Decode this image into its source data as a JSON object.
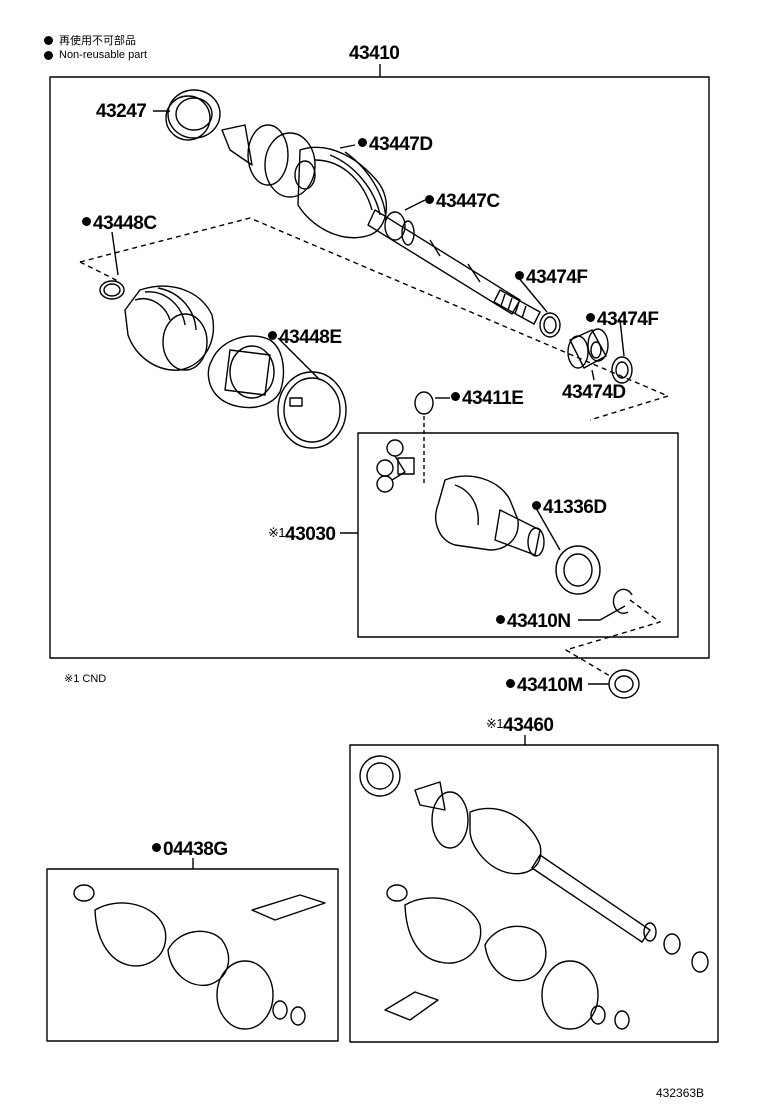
{
  "legend": {
    "jp": "再使用不可部品",
    "en": "Non-reusable part"
  },
  "labels": {
    "main_assembly": "43410",
    "outer_boot_ring": "43247",
    "boot_43447D": "43447D",
    "clamp_43447C": "43447C",
    "clamp_43448C": "43448C",
    "band_43448E": "43448E",
    "ring_43474F_a": "43474F",
    "ring_43474F_b": "43474F",
    "damper_43474D": "43474D",
    "snap_43411E": "43411E",
    "inboard_joint": "43030",
    "seal_41336D": "41336D",
    "snap_43410N": "43410N",
    "seal_43410M": "43410M",
    "boot_kit": "04438G",
    "alt_assembly": "43460"
  },
  "notes": {
    "mark": "※1",
    "footnote": "※1 CND",
    "ref_number": "432363B"
  }
}
